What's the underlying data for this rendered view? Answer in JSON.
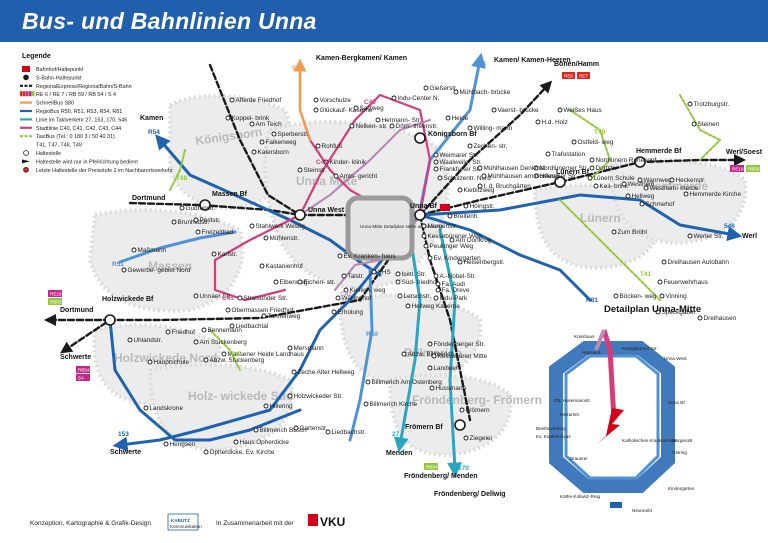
{
  "title": "Bus- und Bahnlinien Unna",
  "colors": {
    "header": "#1f5fae",
    "rail": "#1a1a1a",
    "regio_blue": "#1e62b0",
    "light_blue": "#4f93d6",
    "teal": "#2aa7c0",
    "green": "#93c83e",
    "pink": "#d63c7c",
    "mauve": "#b98ab5",
    "orange": "#f29a52",
    "red_badge": "#e1261c",
    "magenta_badge": "#c8268c",
    "db_red": "#d4001a",
    "area_fill": "#eaeaea",
    "area_text": "#b9b9b9"
  },
  "legend": {
    "title": "Legende",
    "items": [
      {
        "label": "Bahnhof/Haltepunkt"
      },
      {
        "label": "S-Bahn-Haltepunkt"
      },
      {
        "label": "RegionalExpress/RegionalBahn/S-Bahn"
      },
      {
        "label": "RE 6 / RE 7 / RB 59 / RB 54 / S 4"
      },
      {
        "label": "SchnellBus S80"
      },
      {
        "label": "RegioBus R50, R51, R53, R54, R81"
      },
      {
        "label": "Linie im Taktverkehr 27, 153, 170, 546"
      },
      {
        "label": "Stadtlinie C40, C41, C42, C43, C44"
      },
      {
        "label": "TaxiBus (Tel.: 0 180 3 / 50 40 31)"
      },
      {
        "label": "T41, T47, T48, T49"
      },
      {
        "label": "Haltestelle"
      },
      {
        "label": "Haltestelle wird nur in Pfeilrichtung bedient"
      },
      {
        "label": "Letzte Haltestelle der Preisstufe 2 im Nachbarortsverkehr"
      }
    ]
  },
  "areas": [
    {
      "name": "Königsborn"
    },
    {
      "name": "Unna Mitte"
    },
    {
      "name": "Massen"
    },
    {
      "name": "Holzwickede Nord"
    },
    {
      "name": "Holz- wickede Süd"
    },
    {
      "name": "Billmerich"
    },
    {
      "name": "Fröndenberg- Frömern"
    },
    {
      "name": "Lünern"
    },
    {
      "name": "Hemmerde"
    }
  ],
  "stations": [
    "Unna Bf",
    "Königsborn Bf",
    "Massen Bf",
    "Unna West",
    "Holzwickede Bf",
    "Lünern Bf",
    "Frömern Bf",
    "Hemmerde Bf"
  ],
  "destinations": [
    "Kamen-Bergkamen/ Kamen",
    "Kamen/ Kamen-Heeren",
    "Bönen/Hamm",
    "Kamen",
    "Dortmund",
    "Dortmund",
    "Werl/Soest",
    "Werl",
    "Menden",
    "Fröndenberg/ Menden",
    "Fröndenberg/ Dellwig",
    "Schwerte",
    "Schwerte"
  ],
  "stops": [
    "Afferde Friedhof",
    "Am Teich",
    "Koppel- brink",
    "Sperberstr.",
    "Falkenweg",
    "Katersborn",
    "Vorschulze",
    "Glückauf- Kaserne",
    "Salzweg",
    "Nelken- str.",
    "Hermann- Str.",
    "Doro- theenstr.",
    "Gießerstr.",
    "Mühlbach- brücke",
    "Indu-Center N.",
    "Heide",
    "Willing- mann",
    "Vaerst- brücke",
    "Zechen- str.",
    "Weimarer Str.",
    "Waalweiler Str.",
    "Frankfurter Str.",
    "Schulzentr. Nord",
    "Rohfuß",
    "Steinstr.",
    "Kinder- klinik",
    "Amts- gericht",
    "Gudrunstr.",
    "Brunhildstr.",
    "Poststr.",
    "Freizeitbad",
    "Maßmann",
    "Gewerbe- gebiet Nord",
    "Karlstr.",
    "Stahlwerk Westig",
    "Mühlenstr.",
    "Kastanienhof",
    "Eibenweg",
    "Unnaer Str.",
    "Obermassen Friedhof",
    "Liedbachtal",
    "Bennemann",
    "Stralsunder Str.",
    "Tannenweg",
    "Eichen- str.",
    "Ev. Kranken- haus",
    "VHS",
    "Isetl. Str.",
    "Süd- friedhof",
    "Lerschstr.",
    "Hellweg Kaserne",
    "Talstr.",
    "Kiefern- weg",
    "Wellinghof",
    "Erholung",
    "Morgenstr.",
    "Kessebürener Weg",
    "Peukinger Weg",
    "Ev. Kindergarten",
    "Heisenbergstr.",
    "A.-Nobel-Str.",
    "Fa. Audi",
    "Fa. Dreve",
    "Indu-Park",
    "Uhlandstr.",
    "Friedhof",
    "Am Stuckenberg",
    "Hauptschule",
    "Abzw. Stuckenberg",
    "Massener Heide Landhaus",
    "Mersmann",
    "Zeche Alter Hellweg",
    "Landskrone",
    "Hengsen",
    "Opherdicke, Ev. Kirche",
    "Haus Opherdicke",
    "Billmerich Busch",
    "Hillering",
    "Holzwickeder Str.",
    "Gartenstr.",
    "Liedbachstr.",
    "Billmerich Kirche",
    "Billmerich Am Ostenberg",
    "Abzw. Billmerich",
    "Föndenberger Str.",
    "Kessebüren Mitte",
    "Landwehr",
    "Hussmann",
    "Frömern",
    "Ziegelei",
    "Weißes Haus",
    "H.d. Holz",
    "Ostfeld- weg",
    "Trafostation",
    "Nordlünerner Str.",
    "Heerener Str.",
    "Nordlünern Ruhekopf",
    "Dorfstr.",
    "Lünern Schule",
    "Keil- brink",
    "Hellweg",
    "Schmehof",
    "Wannweg",
    "Westhem- merde",
    "Heckenstr.",
    "Steinen",
    "Trotzburgstr.",
    "Hemmerde Kirche",
    "Werler Str.",
    "Dreihausen Autobahn",
    "Feuerwehrhaus",
    "Vinning",
    "Speckgabel",
    "Dreihausen",
    "Böcken- weg",
    "Zum Bröhl",
    "Mühlhausen Denkmal",
    "I. d. Bruchgärten",
    "Höingstr.",
    "Breitenh.",
    "Mühlhausen am Dorfkrug",
    "Kiebitzweg",
    "Am Dorfkrug",
    "Westhem"
  ],
  "line_numbers": [
    "S80",
    "R51",
    "R53",
    "R54",
    "R50",
    "R81",
    "27",
    "153",
    "170",
    "546",
    "C40",
    "C41",
    "C42",
    "C43",
    "C44",
    "T41",
    "T47",
    "T48",
    "T49"
  ],
  "badges": {
    "top_right": [
      "RE6",
      "RE7"
    ],
    "werl": [
      "RE19",
      "RB59"
    ],
    "dortmund": [
      "RE19",
      "RB59"
    ],
    "schwerte": [
      "RB54",
      "S4"
    ],
    "indu_park": [
      "RB54"
    ]
  },
  "inset": {
    "title": "Detailplan Unna-Mitte",
    "labels": [
      "Kreishaus",
      "Hansastr.",
      "Königsborner Str.",
      "Unna West",
      "Ob. Husemannstr.",
      "Mozartstr.",
      "Katholisches Krankenhaus",
      "Beethovenring",
      "Ev. Krankenhaus",
      "Brauerei",
      "Käthe-Kollwitz-Ring",
      "Neumarkt",
      "Kindergarten",
      "Ostring",
      "Morgenstr.",
      "Unna Bf"
    ]
  },
  "inner_note": "Unna-Mitte Detailplan siehe unten rechts",
  "footer": {
    "credits": "Konzeption, Kartographie & Grafik-Design",
    "logo1": "KABUTZ",
    "logo1_sub": "Kommunikation",
    "collab": "In Zusammenarbeit mit der",
    "logo2": "VKU"
  }
}
